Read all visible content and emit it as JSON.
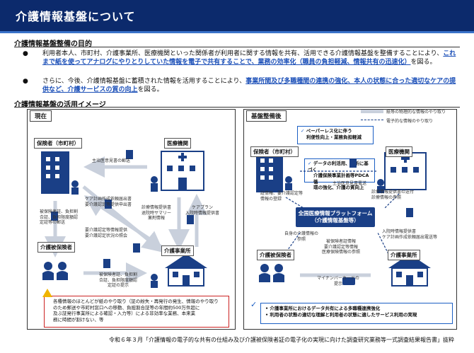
{
  "header": {
    "title": "介護情報基盤について"
  },
  "purpose": {
    "heading": "介護情報基盤整備の目的",
    "bullet1_plain": "利用者本人、市町村、介護事業所、医療機関といった関係者が利用者に関する情報を共有、活用できる介護情報基盤を整備することにより、",
    "bullet1_hl": "これまで紙を使ってアナログにやりとりしていた情報を電子で共有することで、業務の効率化（職員の負担軽減、情報共有の迅速化）",
    "bullet1_tail": "を図る。",
    "bullet2_plain": "さらに、今後、介護情報基盤に蓄積された情報を活用することにより、",
    "bullet2_hl": "事業所間及び多職種間の連携の強化、本人の状態に合った適切なケアの提供など、介護サービスの質の向上",
    "bullet2_tail": "を図る。"
  },
  "usage": {
    "heading": "介護情報基盤の活用イメージ"
  },
  "current": {
    "tag": "現在",
    "insurer": "保険者（市町村）",
    "hospital": "医療機関",
    "insured": "介護被保険者",
    "provider": "介護事業所",
    "lbl_opinion": "主治医意見書の郵送",
    "lbl_plan": "ケア計画作成依頼届出書\n要介護認定等提供申出書",
    "lbl_diag": "診療情報提供書\n退院時サマリー\n薬剤情報",
    "lbl_careplan": "ケアプラン\n入院時情報提供書",
    "lbl_cert": "被保険者証、負担割\n合証、負担限度額認\n定証等の郵送",
    "lbl_status": "要介護認定等情報提供\n要介護認定状況の照会",
    "lbl_present": "被保険者証、負担割\n合証、負担限度額認\n定証の提示"
  },
  "future": {
    "tag": "基盤整備後",
    "legend_paper": "紙等の物理的な情報のやり取り",
    "legend_elec": "電子的な情報のやり取り",
    "callout1_a": "ペーパーレス化に伴う",
    "callout1_b": "利便性向上・業務負担軽減",
    "callout2_a": "データの利活用、分析に基づく",
    "callout2_b": "介護保険事業計画等PDCA循",
    "callout2_c": "環の強化、介護の質向上",
    "insurer": "保険者（市町村）",
    "hospital": "医療機関",
    "insured": "介護被保険者",
    "provider": "介護事業所",
    "platform_a": "全国医療情報プラットフォーム",
    "platform_b": "（介護情報基盤等）",
    "lbl_opinion": "主治医意見書電送",
    "lbl_cert": "証情報、要介護認定等\n情報の登録",
    "lbl_diag": "診療情報提供書の送付\n診療情報の参照",
    "lbl_self": "自身の介護情報の\n参照",
    "lbl_share": "入院時情報提供書\nケア計画作成依頼届出電送等",
    "lbl_status": "被保険者証情報\n要介護認定等情報\n医療保険情報の参照",
    "lbl_mynumber": "マイナンバーカードの\n提示"
  },
  "warning": {
    "line1": "各種情報のほとんどが紙のやり取り（証の紛失・再発行の発生、情報のやり取り",
    "line2": "のため郵送や市町村窓口への移動、負担割合証等の年間約500万件超に",
    "line3": "及ぶ証発行事業所による確認・入力等）による非効率な業務、本来業",
    "line4": "務に時間が割けない、等"
  },
  "benefits": {
    "line1": "介護事業所におけるデータ共有による多職種連携強化",
    "line2": "利用者の状態の適切な理解と利用者の状態に適したサービス利用の実現"
  },
  "footer": "令和６年３月「介護情報の電子的な共有の仕組み及び介護被保険者証の電子化の実現に向けた調査研究業務等一式調査結果報告書」抜粋",
  "colors": {
    "navy": "#0c2a6c",
    "blue": "#1b5fc4",
    "highlight": "#1b4fb8"
  }
}
